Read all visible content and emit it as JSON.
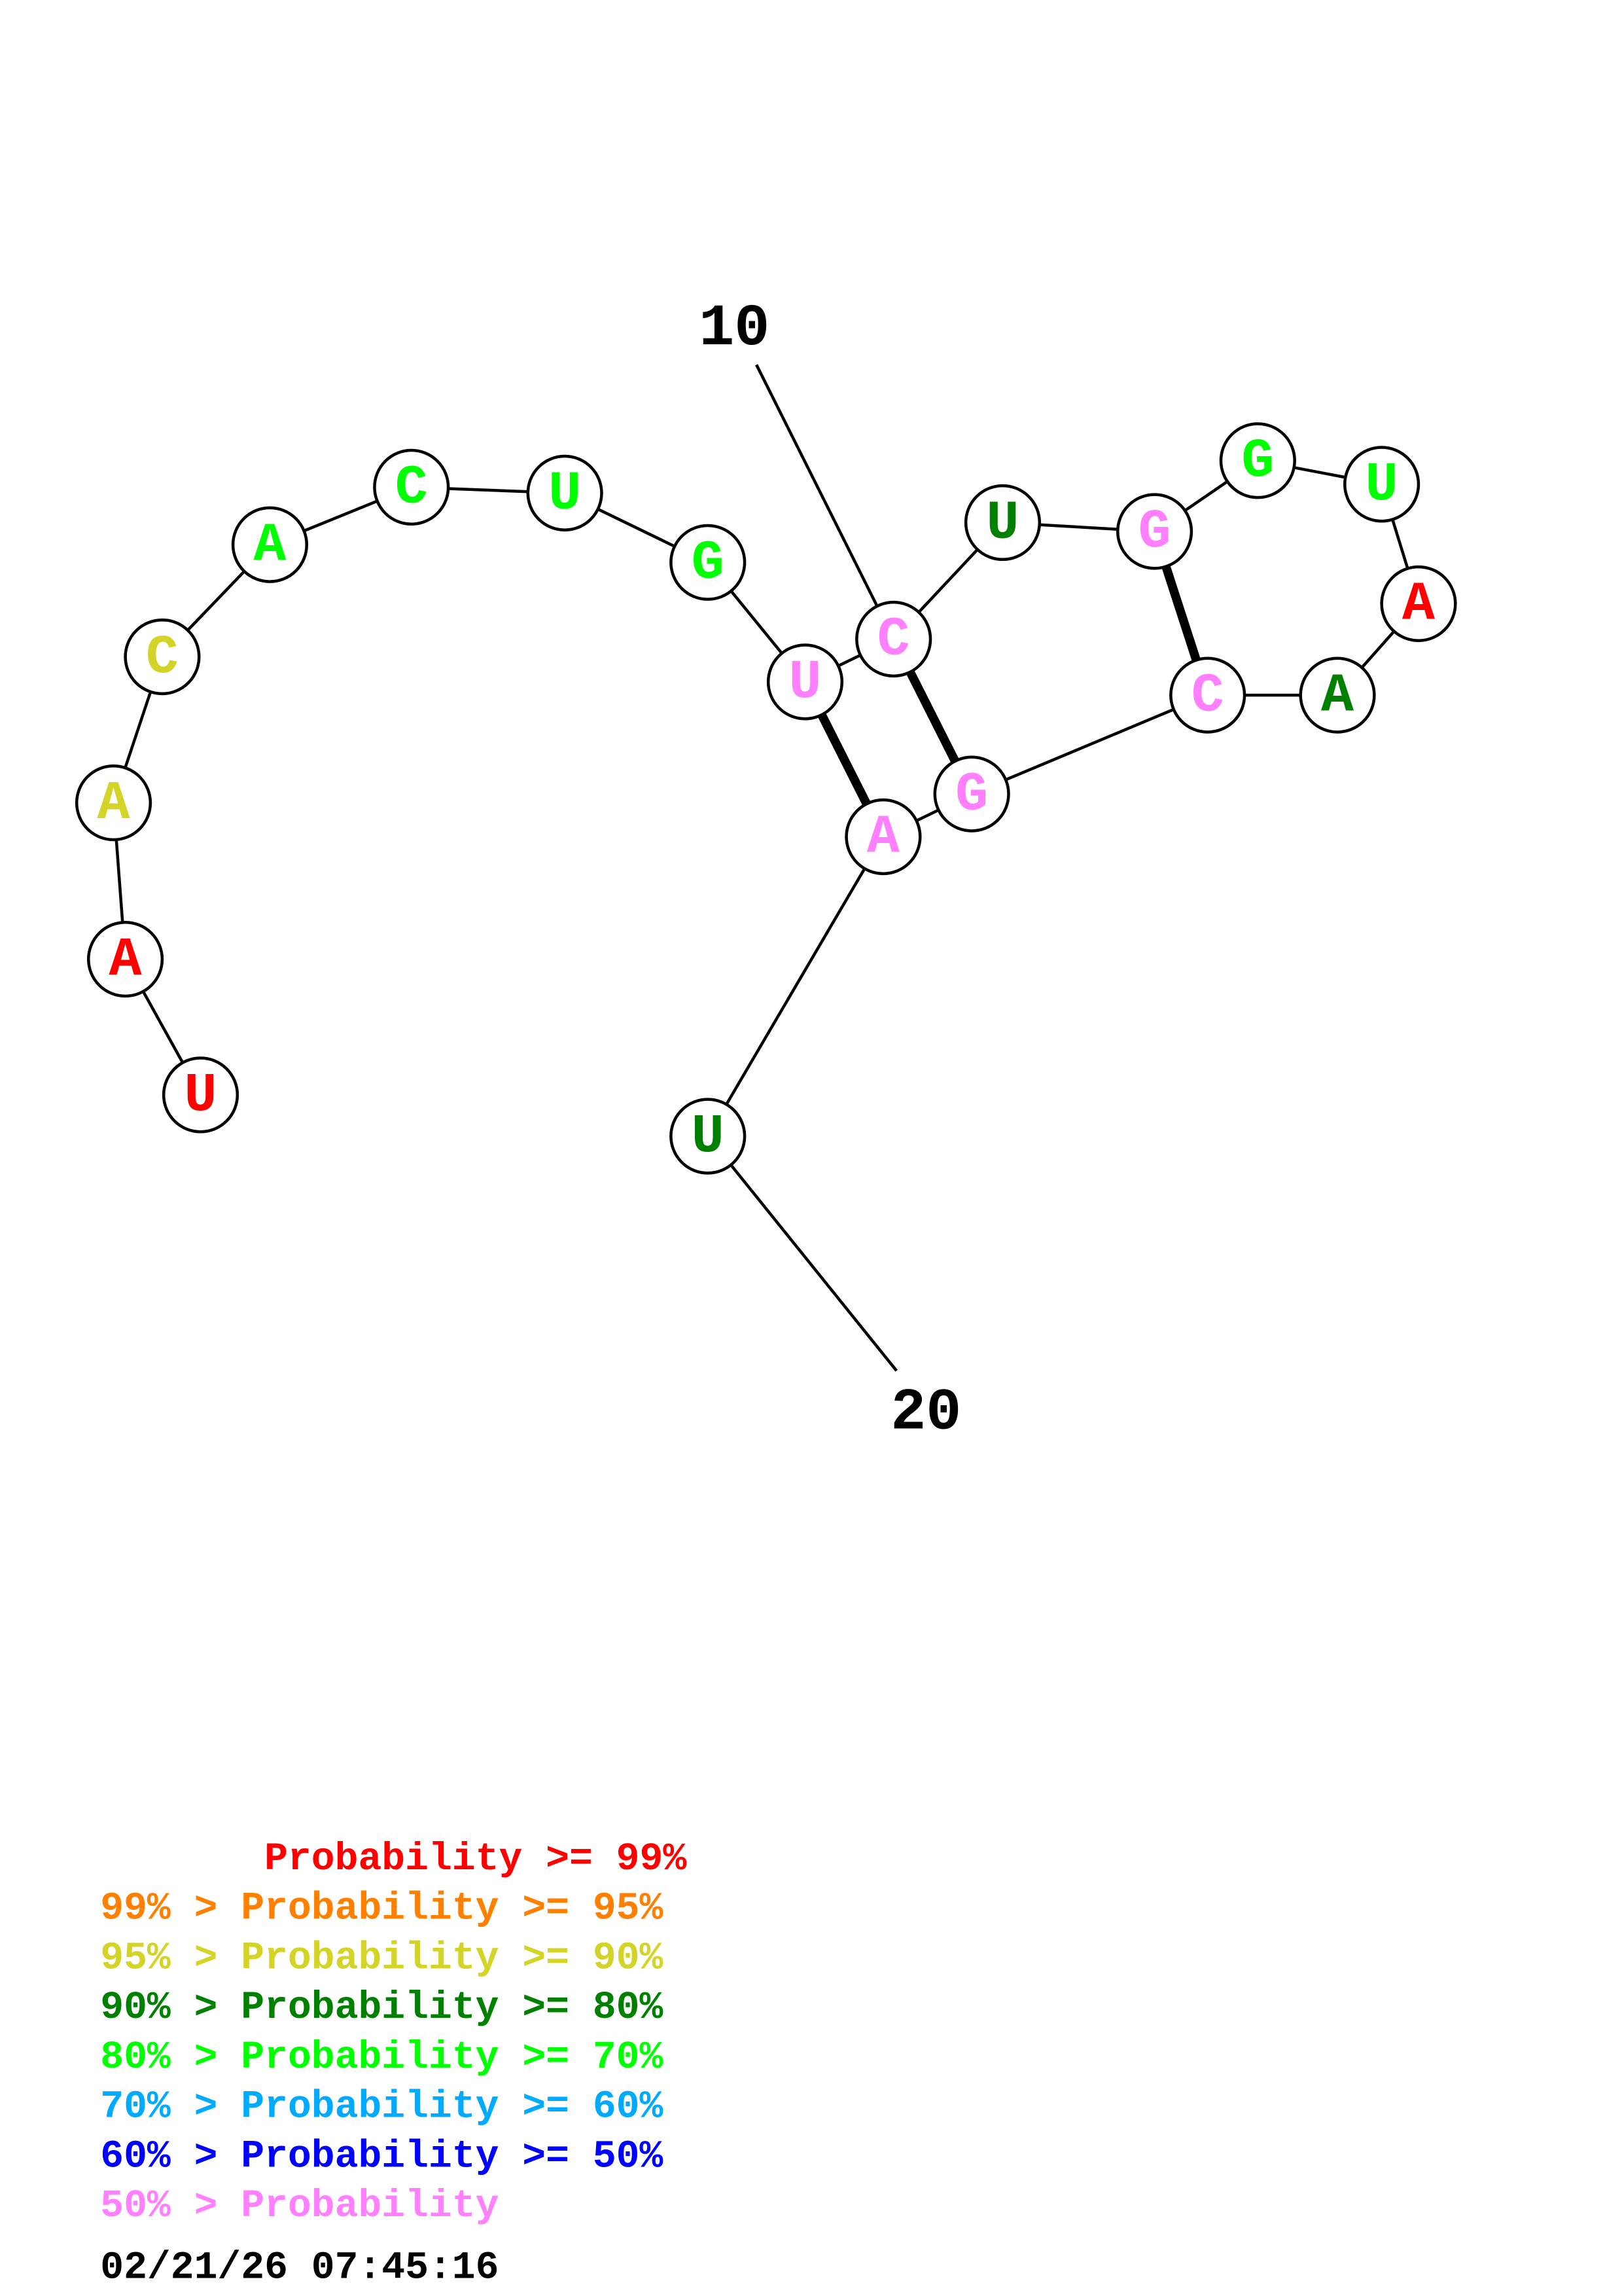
{
  "structure": {
    "sequence": [
      "U",
      "A",
      "A",
      "C",
      "A",
      "C",
      "U",
      "G",
      "U",
      "C",
      "U",
      "G",
      "G",
      "U",
      "A",
      "A",
      "C",
      "G",
      "A",
      "U"
    ],
    "probability_class": [
      "p99",
      "p99",
      "p90",
      "p90",
      "p70",
      "p70",
      "p70",
      "p70",
      "p0",
      "p0",
      "p80",
      "p0",
      "p70",
      "p70",
      "p99",
      "p80",
      "p0",
      "p0",
      "p0",
      "p80"
    ],
    "pairs": [
      [
        9,
        19
      ],
      [
        10,
        18
      ],
      [
        12,
        17
      ]
    ],
    "position_labels": [
      {
        "index": 10,
        "text": "10"
      },
      {
        "index": 20,
        "text": "20"
      }
    ]
  },
  "colors": {
    "p99": "#ff0000",
    "p95": "#ff8000",
    "p90": "#d4d428",
    "p80": "#008000",
    "p70": "#00ff00",
    "p60": "#00aaff",
    "p50": "#0000ff",
    "p0": "#ff80ff",
    "line": "#000000"
  },
  "legend": [
    {
      "text": "       Probability >= 99%",
      "class": "p99"
    },
    {
      "text": "99% > Probability >= 95%",
      "class": "p95"
    },
    {
      "text": "95% > Probability >= 90%",
      "class": "p90"
    },
    {
      "text": "90% > Probability >= 80%",
      "class": "p80"
    },
    {
      "text": "80% > Probability >= 70%",
      "class": "p70"
    },
    {
      "text": "70% > Probability >= 60%",
      "class": "p60"
    },
    {
      "text": "60% > Probability >= 50%",
      "class": "p50"
    },
    {
      "text": "50% > Probability",
      "class": "p0"
    }
  ],
  "timestamp": "02/21/26 07:45:16"
}
